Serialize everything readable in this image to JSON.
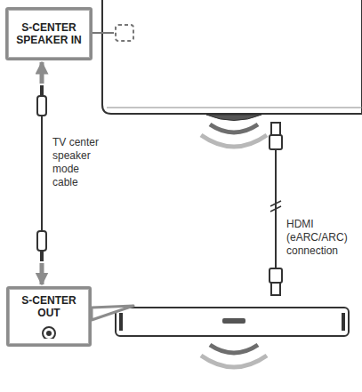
{
  "diagram": {
    "nodes": [
      {
        "text": [
          "S-CENTER SPEAKER IN"
        ]
      },
      {
        "text": [
          "S-CENTER OUT"
        ]
      }
    ],
    "edges": [
      {
        "from": 0,
        "to": 1,
        "arrow": "both",
        "label": "TV center speaker mode cable"
      }
    ],
    "labels": [
      "HDMI (eARC/ARC) connection"
    ]
  }
}
